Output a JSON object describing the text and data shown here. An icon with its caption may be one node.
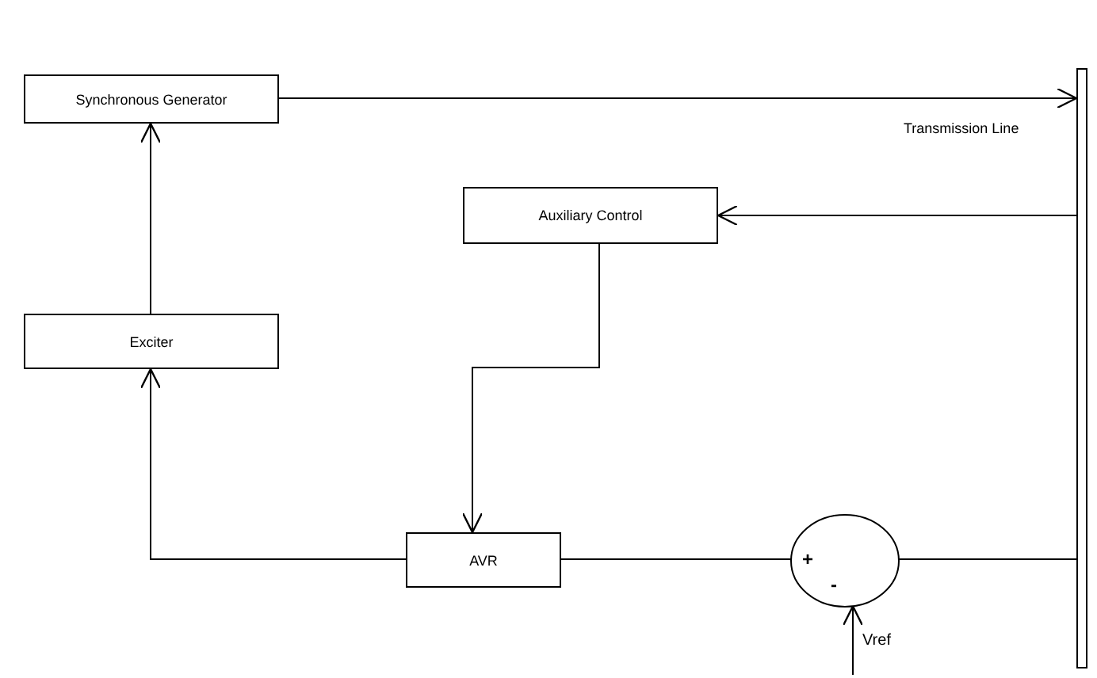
{
  "diagram": {
    "nodes": [
      {
        "text": [
          "Synchronous Generator"
        ]
      },
      {
        "text": [],
        "shape": "bar"
      },
      {
        "text": [
          "Auxiliary Control"
        ]
      },
      {
        "text": [
          "Exciter"
        ]
      },
      {
        "text": [
          "AVR"
        ]
      },
      {
        "text": [
          "+",
          "-"
        ]
      }
    ],
    "edges": [
      {
        "from": 0,
        "to": 1,
        "arrow": "to"
      },
      {
        "from": 1,
        "to": 2,
        "arrow": "to"
      },
      {
        "from": 2,
        "to": 4,
        "arrow": "to"
      },
      {
        "from": 3,
        "to": 0,
        "arrow": "to"
      },
      {
        "from": 4,
        "to": 3,
        "arrow": "to"
      },
      {
        "from": 1,
        "to": 5,
        "arrow": "none"
      },
      {
        "from": 5,
        "to": 4,
        "arrow": "none"
      },
      {
        "from": null,
        "to": 5,
        "arrow": "to",
        "label": "Vref"
      }
    ],
    "labels": [
      "Transmission Line"
    ]
  }
}
